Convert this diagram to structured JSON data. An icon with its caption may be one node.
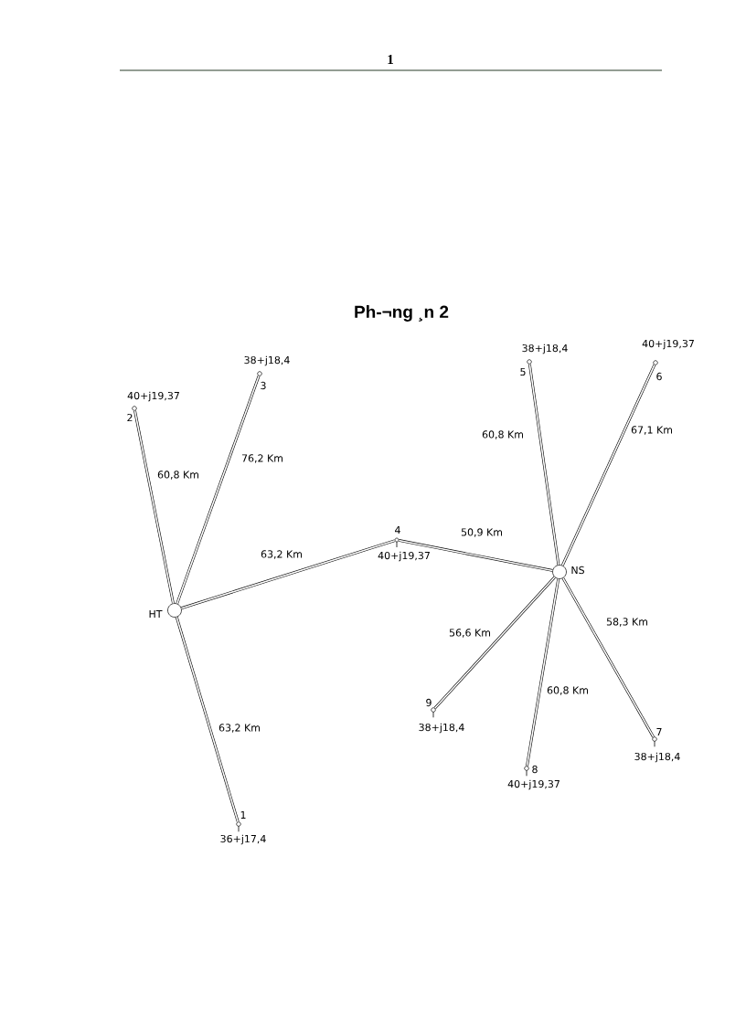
{
  "diagram": {
    "title": "Ph-¬ng ¸n 2",
    "nodes": [
      {
        "text": [],
        "shape": "circle",
        "beside": [
          "HT"
        ]
      },
      {
        "text": [],
        "shape": "circle",
        "beside": [
          "1",
          "36+j17,4"
        ]
      },
      {
        "text": [],
        "shape": "circle",
        "beside": [
          "2",
          "40+j19,37"
        ]
      },
      {
        "text": [],
        "shape": "circle",
        "beside": [
          "3",
          "38+j18,4"
        ]
      },
      {
        "text": [],
        "shape": "circle",
        "beside": [
          "4",
          "40+j19,37"
        ]
      },
      {
        "text": [],
        "shape": "circle",
        "beside": [
          "5",
          "38+j18,4"
        ]
      },
      {
        "text": [],
        "shape": "circle",
        "beside": [
          "6",
          "40+j19,37"
        ]
      },
      {
        "text": [],
        "shape": "circle",
        "beside": [
          "7",
          "38+j18,4"
        ]
      },
      {
        "text": [],
        "shape": "circle",
        "beside": [
          "8",
          "40+j19,37"
        ]
      },
      {
        "text": [],
        "shape": "circle",
        "beside": [
          "9",
          "38+j18,4"
        ]
      },
      {
        "text": [],
        "shape": "circle",
        "beside": [
          "NS"
        ]
      }
    ],
    "edges": [
      {
        "from": 0,
        "to": 2,
        "arrow": "none",
        "label": "60,8 Km"
      },
      {
        "from": 0,
        "to": 3,
        "arrow": "none",
        "label": "76,2 Km"
      },
      {
        "from": 0,
        "to": 4,
        "arrow": "none",
        "label": "63,2 Km"
      },
      {
        "from": 4,
        "to": 10,
        "arrow": "none",
        "label": "50,9 Km"
      },
      {
        "from": 0,
        "to": 1,
        "arrow": "none",
        "label": "63,2 Km"
      },
      {
        "from": 10,
        "to": 5,
        "arrow": "none",
        "label": "60,8 Km"
      },
      {
        "from": 10,
        "to": 6,
        "arrow": "none",
        "label": "67,1 Km"
      },
      {
        "from": 10,
        "to": 9,
        "arrow": "none",
        "label": "56,6 Km"
      },
      {
        "from": 10,
        "to": 8,
        "arrow": "none",
        "label": "60,8 Km"
      },
      {
        "from": 10,
        "to": 7,
        "arrow": "none",
        "label": "58,3 Km"
      }
    ],
    "labels": [
      "1"
    ]
  }
}
